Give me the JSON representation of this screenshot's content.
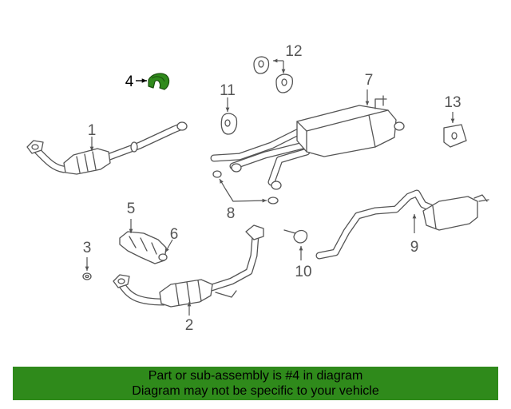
{
  "diagram": {
    "callouts": [
      "1",
      "2",
      "3",
      "4",
      "5",
      "6",
      "7",
      "8",
      "9",
      "10",
      "11",
      "12",
      "13"
    ],
    "highlighted_part": "4",
    "highlight_color": "#2f8a1b"
  },
  "banner": {
    "line1": "Part or sub-assembly is #4 in diagram",
    "line2": "Diagram may not be specific to your vehicle",
    "background": "#2f8a1b"
  }
}
